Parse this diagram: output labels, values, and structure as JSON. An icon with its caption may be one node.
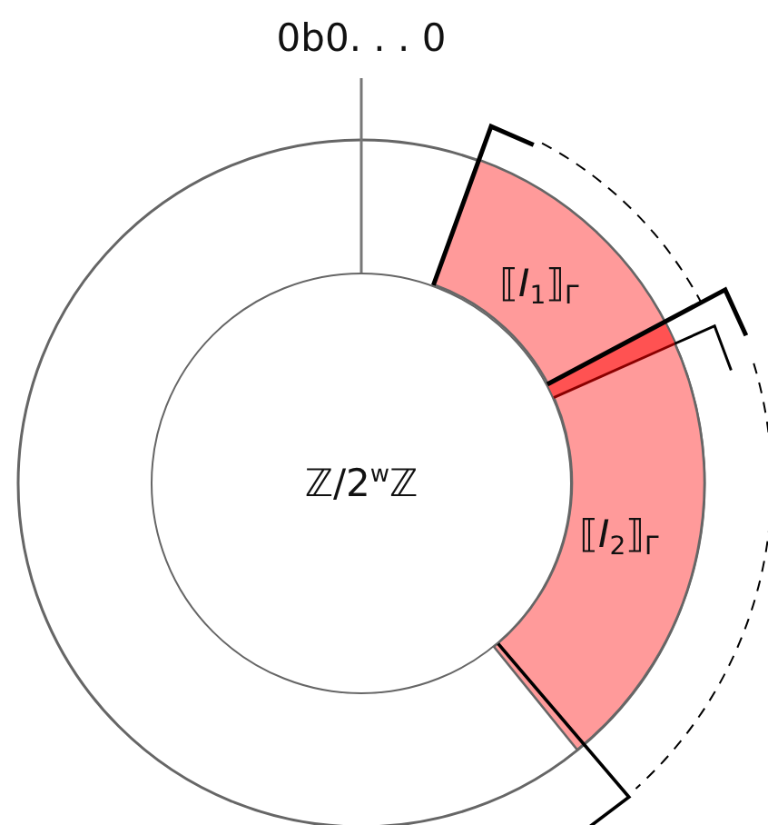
{
  "diagram": {
    "nodes": [
      {
        "text": [
          "0b0. . . 0"
        ]
      },
      {
        "text": [
          "ℤ/2$^{w}$ℤ"
        ]
      },
      {
        "text": [
          "⟦*I*$_{1}$⟧$_{Γ}$"
        ]
      },
      {
        "text": [
          "⟦*I*$_{2}$⟧$_{Γ}$"
        ]
      }
    ],
    "edges": [
      {
        "from": 0,
        "to": 1,
        "arrow": "none"
      }
    ]
  }
}
